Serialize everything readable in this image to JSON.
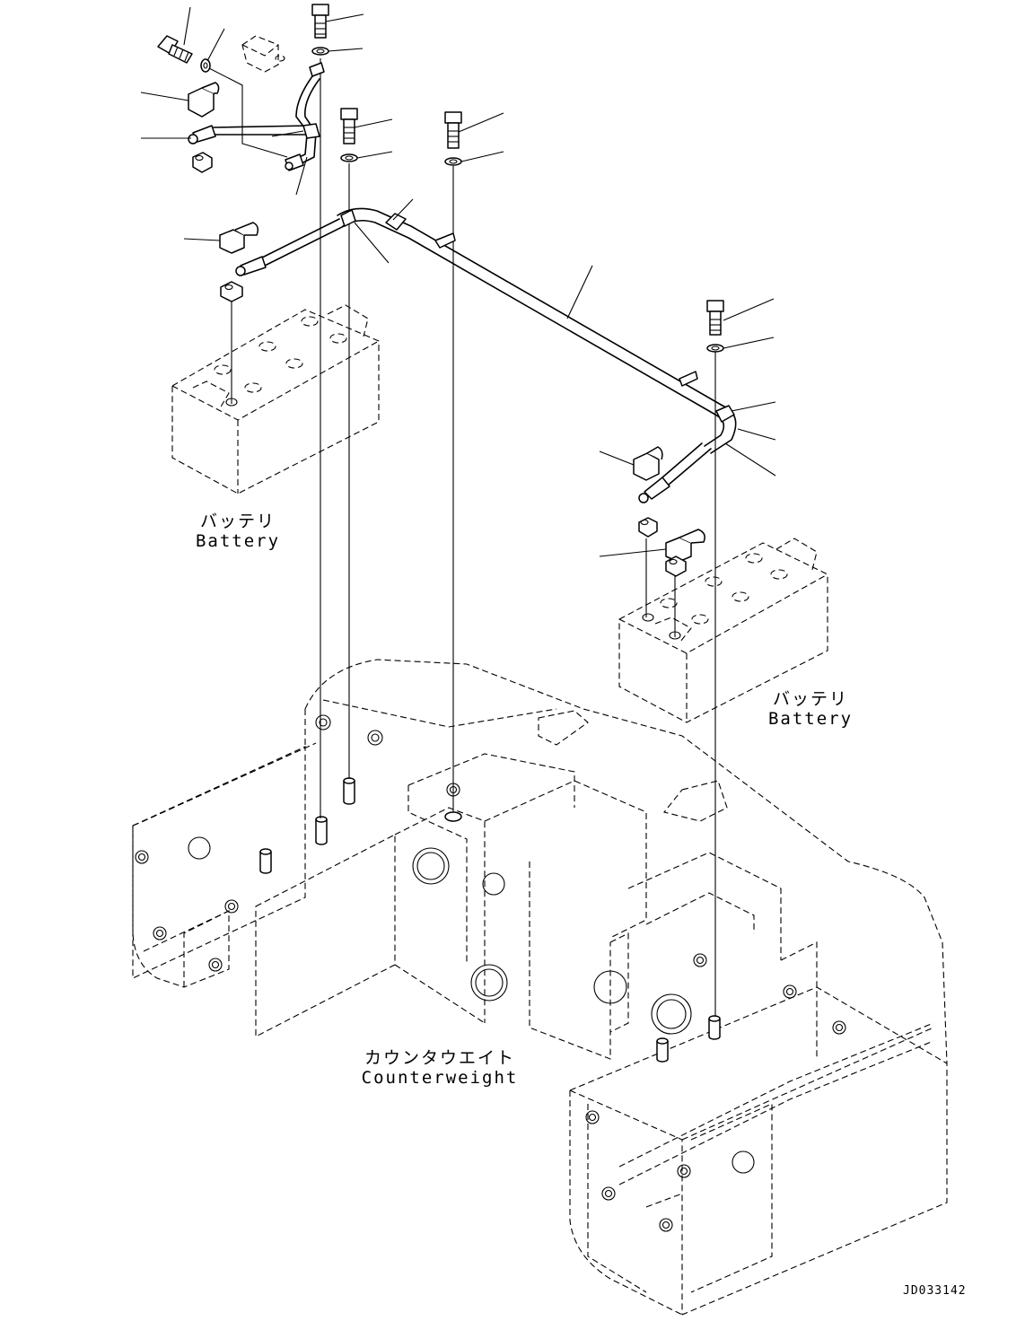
{
  "labels": {
    "battery_left_jp": "バッテリ",
    "battery_left_en": "Battery",
    "battery_right_jp": "バッテリ",
    "battery_right_en": "Battery",
    "counterweight_jp": "カウンタウエイト",
    "counterweight_en": "Counterweight"
  },
  "drawing_number": "JD033142"
}
